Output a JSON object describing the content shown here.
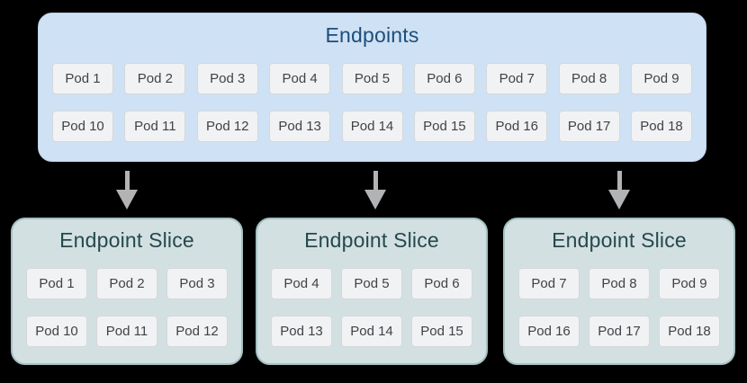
{
  "colors": {
    "background": "#000000",
    "endpoints_fill": "#cfe1f4",
    "endpoints_edge": "#bdd1e6",
    "endpoints_title": "#1d4e7b",
    "slice_fill": "#d3e0e2",
    "slice_border": "#a6c0c2",
    "slice_title": "#25494c",
    "pod_fill": "#f1f2f3",
    "pod_border": "#d5d8da",
    "pod_text": "#3f4347",
    "arrow": "#b1b3b4"
  },
  "endpoints": {
    "title": "Endpoints",
    "rows": [
      [
        "Pod 1",
        "Pod 2",
        "Pod 3",
        "Pod 4",
        "Pod 5",
        "Pod 6",
        "Pod 7",
        "Pod 8",
        "Pod 9"
      ],
      [
        "Pod 10",
        "Pod 11",
        "Pod 12",
        "Pod 13",
        "Pod 14",
        "Pod 15",
        "Pod 16",
        "Pod 17",
        "Pod 18"
      ]
    ]
  },
  "slices": [
    {
      "title": "Endpoint Slice",
      "rows": [
        [
          "Pod 1",
          "Pod 2",
          "Pod 3"
        ],
        [
          "Pod 10",
          "Pod 11",
          "Pod 12"
        ]
      ]
    },
    {
      "title": "Endpoint Slice",
      "rows": [
        [
          "Pod 4",
          "Pod 5",
          "Pod 6"
        ],
        [
          "Pod 13",
          "Pod 14",
          "Pod 15"
        ]
      ]
    },
    {
      "title": "Endpoint Slice",
      "rows": [
        [
          "Pod 7",
          "Pod 8",
          "Pod 9"
        ],
        [
          "Pod 16",
          "Pod 17",
          "Pod 18"
        ]
      ]
    }
  ]
}
